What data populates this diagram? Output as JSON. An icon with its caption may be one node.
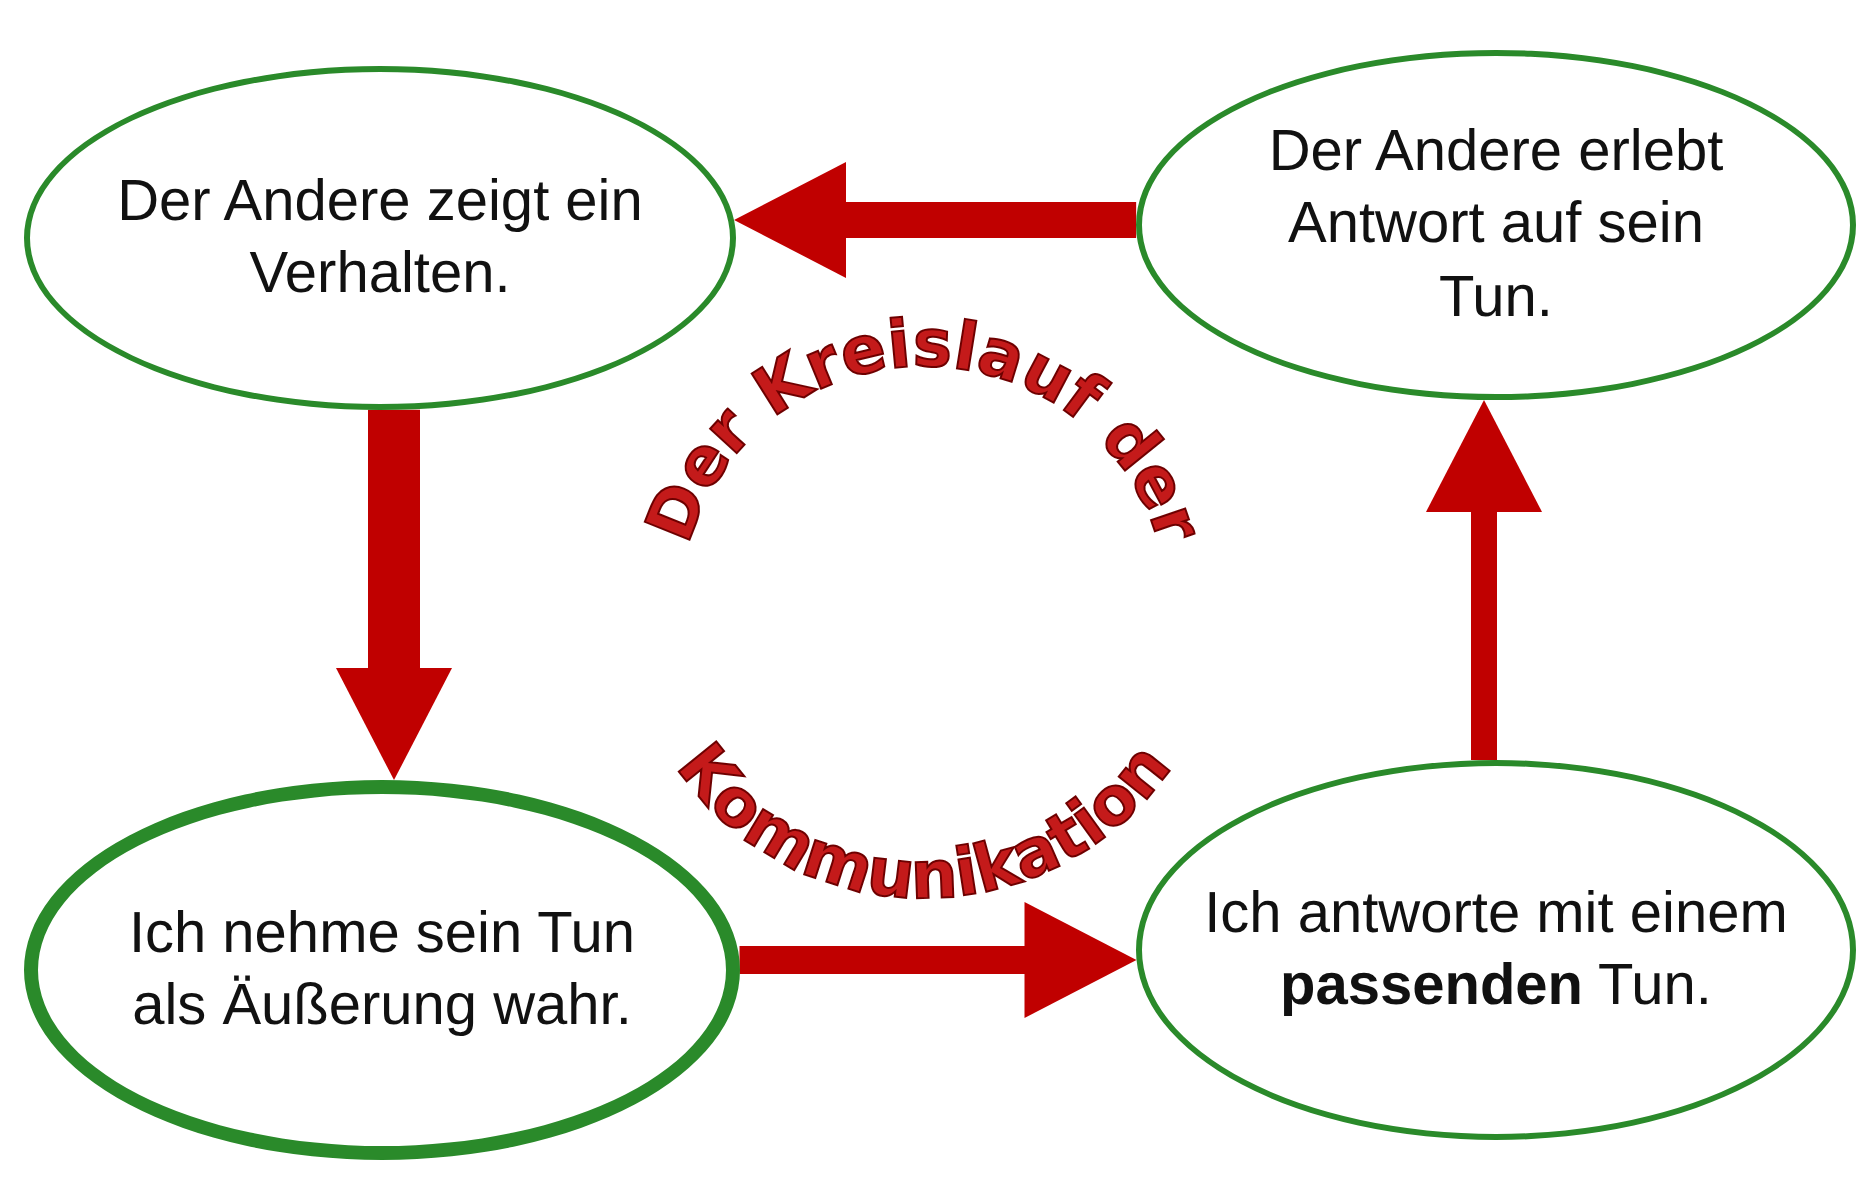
{
  "diagram": {
    "title": "Der Kreislauf der Kommunikation",
    "nodes": [
      {
        "text": [
          "Der Andere zeigt ein Verhalten."
        ]
      },
      {
        "text": [
          "Der Andere erlebt Antwort auf sein Tun."
        ]
      },
      {
        "text": [
          "Ich nehme sein Tun als Äußerung wahr."
        ]
      },
      {
        "text": [
          "Ich antworte mit einem **passenden** Tun."
        ]
      }
    ],
    "edges": [
      {
        "from": 1,
        "to": 0,
        "arrow": "to"
      },
      {
        "from": 0,
        "to": 2,
        "arrow": "to"
      },
      {
        "from": 2,
        "to": 3,
        "arrow": "to"
      },
      {
        "from": 3,
        "to": 1,
        "arrow": "to"
      }
    ]
  }
}
